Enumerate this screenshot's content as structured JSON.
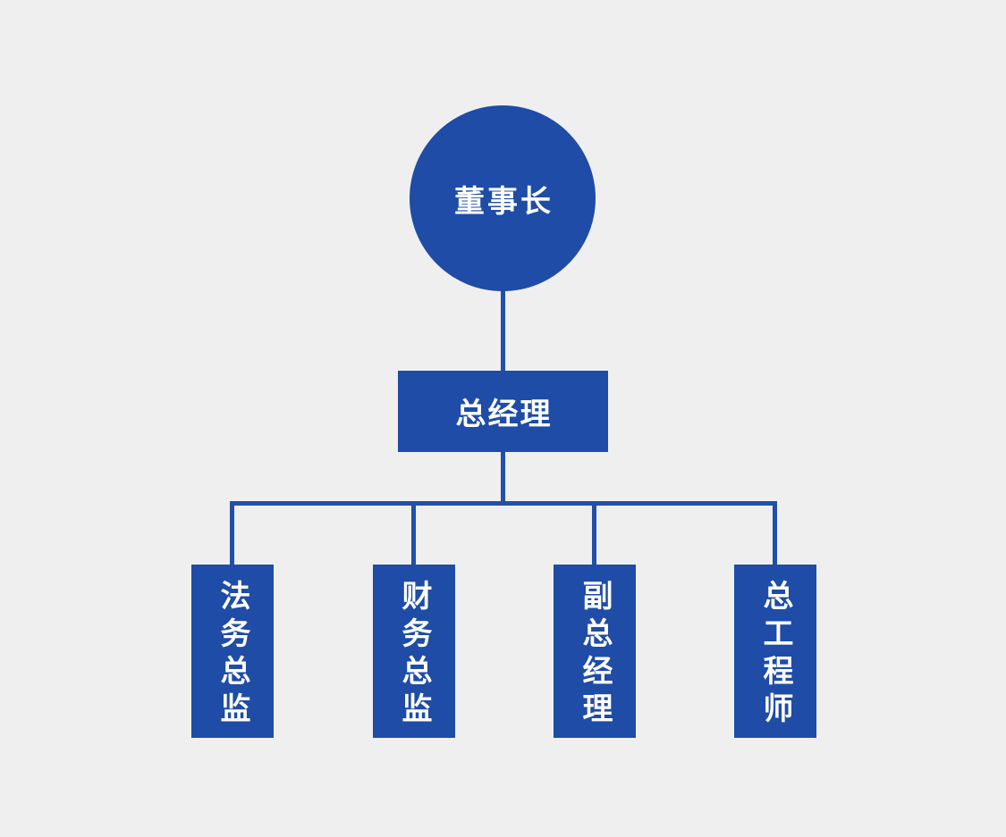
{
  "org": {
    "root": {
      "label": "董事长"
    },
    "level2": {
      "label": "总经理"
    },
    "level3": [
      {
        "label": "法务总监"
      },
      {
        "label": "财务总监"
      },
      {
        "label": "副总经理"
      },
      {
        "label": "总工程师"
      }
    ]
  },
  "colors": {
    "background": "#efefef",
    "node_fill": "#1e4ca6",
    "line": "#2150a8",
    "text": "#ffffff"
  }
}
